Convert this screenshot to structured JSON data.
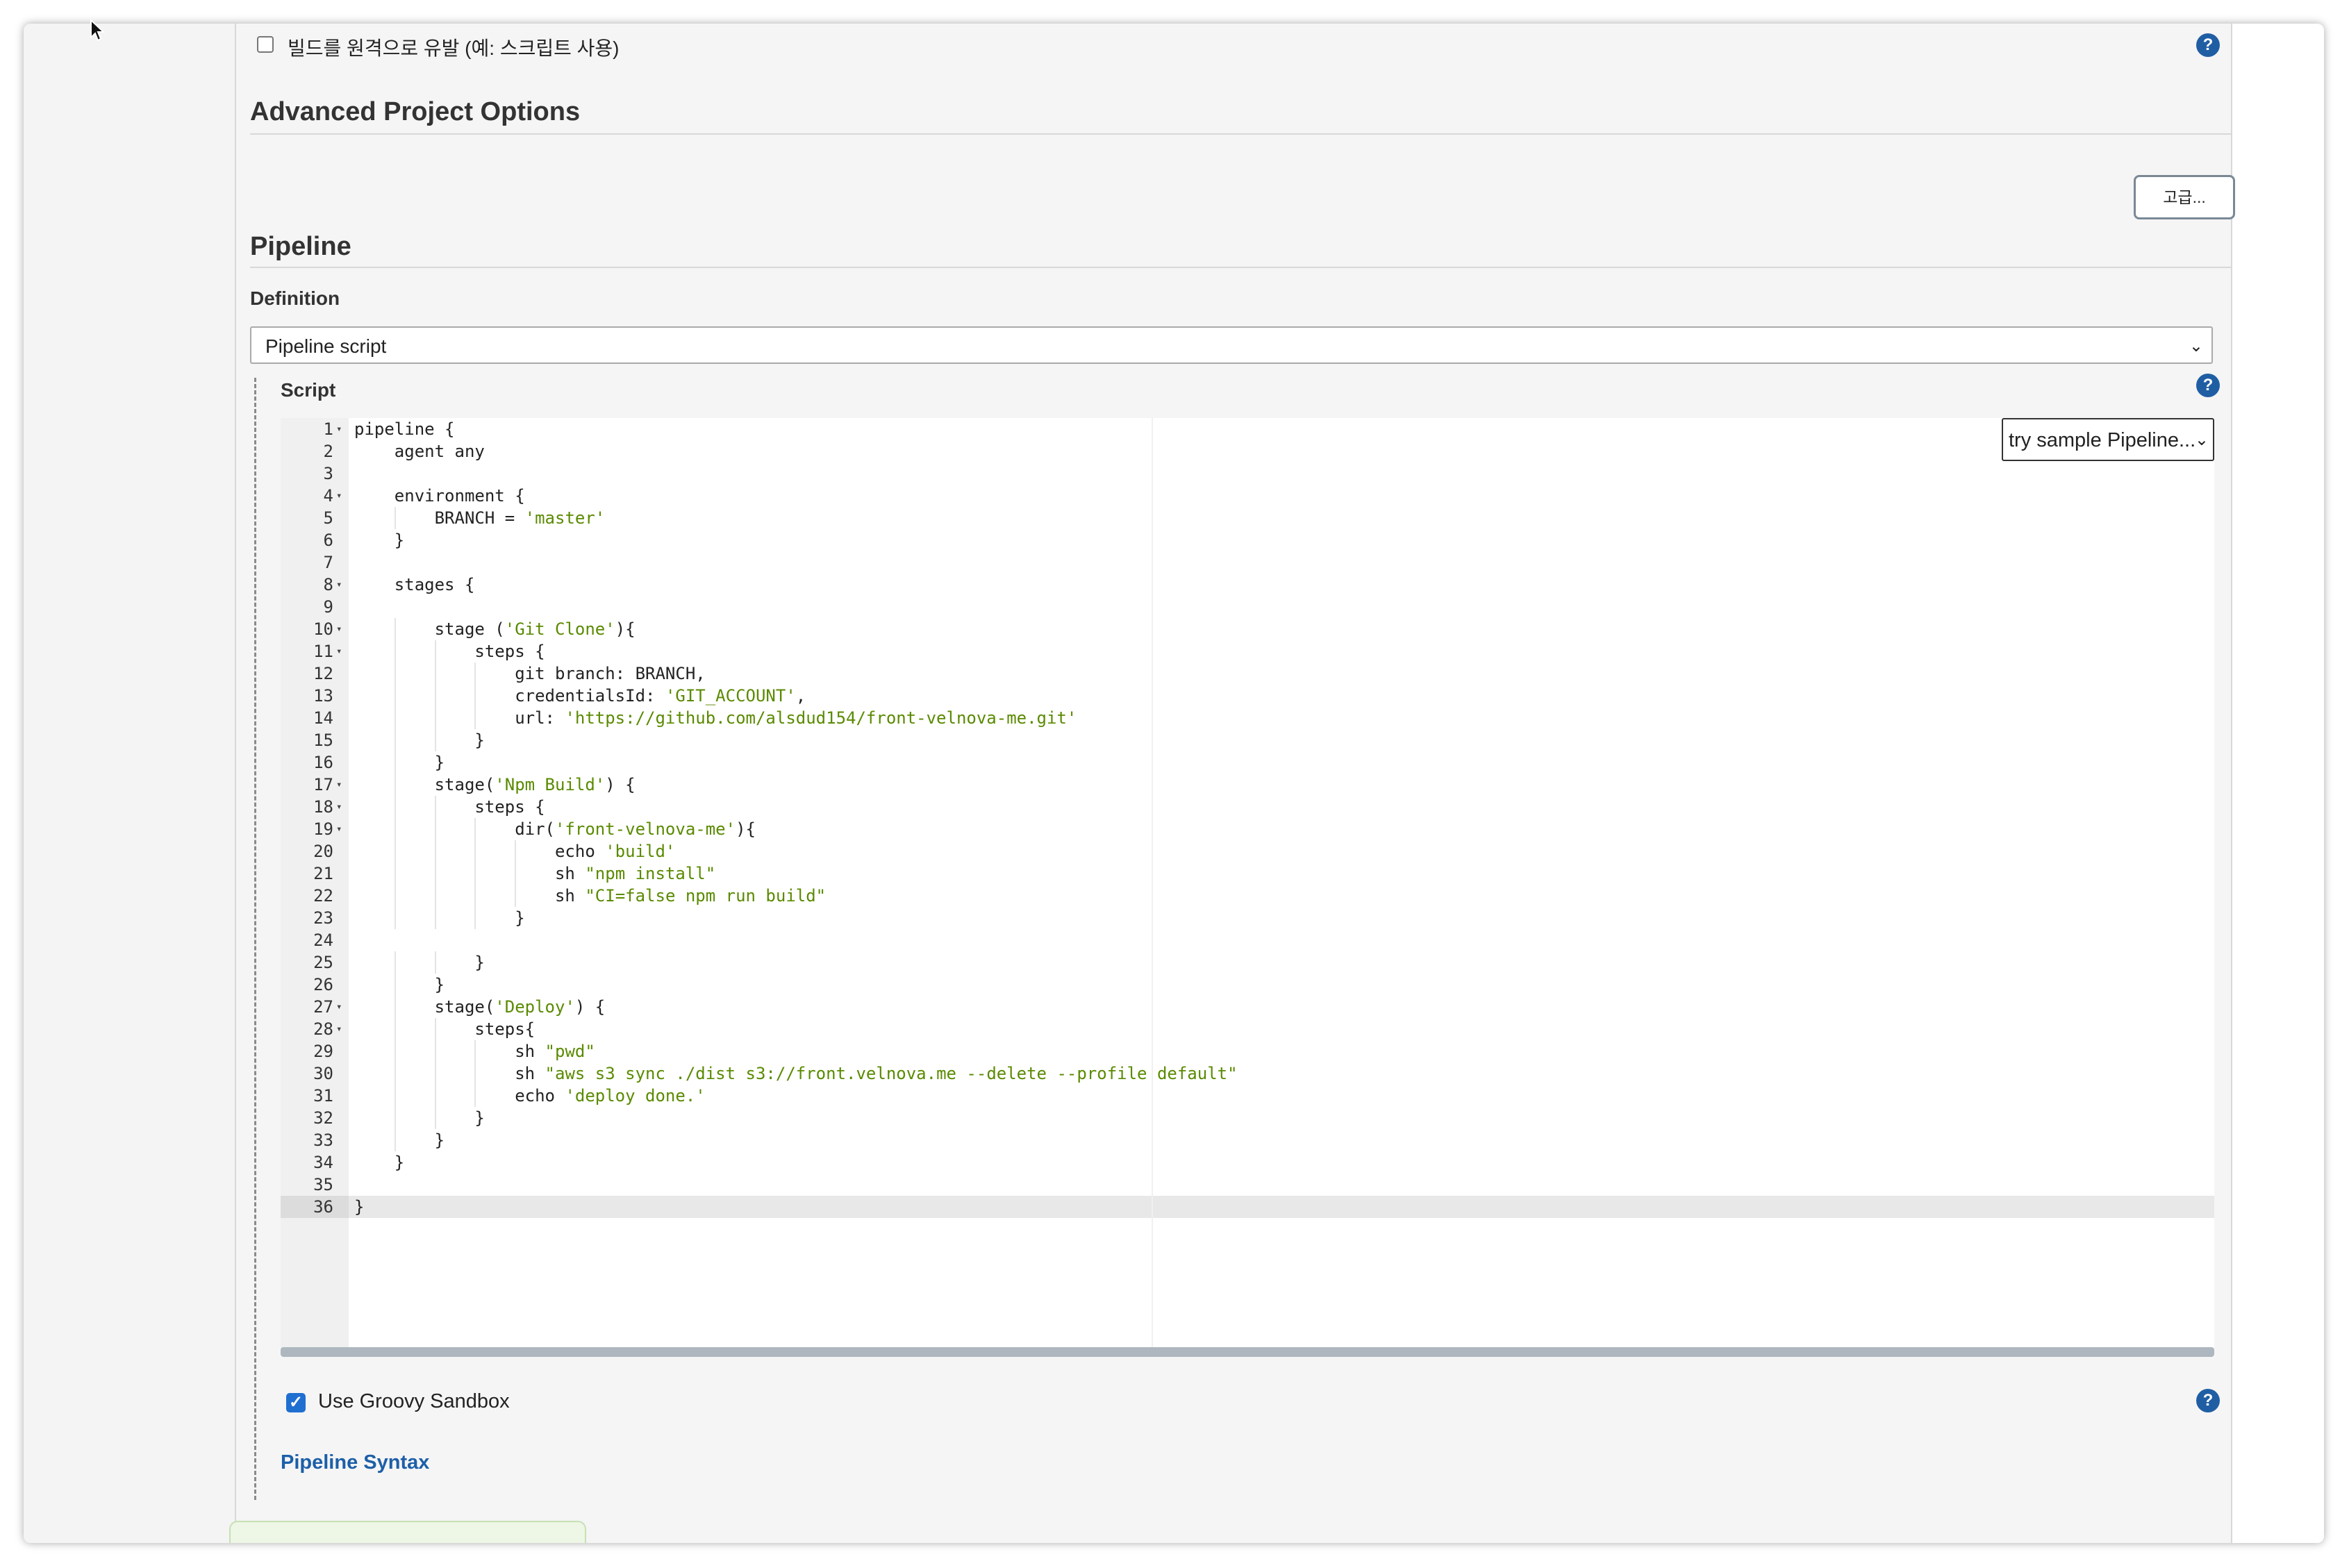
{
  "remote_trigger": {
    "label": "빌드를 원격으로 유발 (예: 스크립트 사용)",
    "checked": false
  },
  "advanced_options": {
    "title": "Advanced Project Options",
    "button_label": "고급..."
  },
  "pipeline": {
    "title": "Pipeline",
    "definition_label": "Definition",
    "definition_value": "Pipeline script",
    "script_label": "Script",
    "try_sample_label": "try sample Pipeline...",
    "active_line": 36,
    "code_lines": [
      [
        [
          "pipeline {",
          ""
        ]
      ],
      [
        [
          "    agent any",
          ""
        ]
      ],
      [
        [
          "",
          ""
        ]
      ],
      [
        [
          "    environment {",
          ""
        ]
      ],
      [
        [
          "        BRANCH = ",
          ""
        ],
        [
          "'master'",
          "s"
        ]
      ],
      [
        [
          "    }",
          ""
        ]
      ],
      [
        [
          "",
          ""
        ]
      ],
      [
        [
          "    stages {",
          ""
        ]
      ],
      [
        [
          "",
          ""
        ]
      ],
      [
        [
          "        stage (",
          ""
        ],
        [
          "'Git Clone'",
          "s"
        ],
        [
          "){",
          ""
        ]
      ],
      [
        [
          "            steps {",
          ""
        ]
      ],
      [
        [
          "                git branch: BRANCH,",
          ""
        ]
      ],
      [
        [
          "                credentialsId: ",
          ""
        ],
        [
          "'GIT_ACCOUNT'",
          "s"
        ],
        [
          ",",
          ""
        ]
      ],
      [
        [
          "                url: ",
          ""
        ],
        [
          "'https://github.com/alsdud154/front-velnova-me.git'",
          "s"
        ]
      ],
      [
        [
          "            }",
          ""
        ]
      ],
      [
        [
          "        }",
          ""
        ]
      ],
      [
        [
          "        stage(",
          ""
        ],
        [
          "'Npm Build'",
          "s"
        ],
        [
          ") {",
          ""
        ]
      ],
      [
        [
          "            steps {",
          ""
        ]
      ],
      [
        [
          "                dir(",
          ""
        ],
        [
          "'front-velnova-me'",
          "s"
        ],
        [
          "){",
          ""
        ]
      ],
      [
        [
          "                    echo ",
          ""
        ],
        [
          "'build'",
          "s"
        ]
      ],
      [
        [
          "                    sh ",
          ""
        ],
        [
          "\"npm install\"",
          "s"
        ]
      ],
      [
        [
          "                    sh ",
          ""
        ],
        [
          "\"CI=false npm run build\"",
          "s"
        ]
      ],
      [
        [
          "                }",
          ""
        ]
      ],
      [
        [
          "",
          ""
        ]
      ],
      [
        [
          "            }",
          ""
        ]
      ],
      [
        [
          "        }",
          ""
        ]
      ],
      [
        [
          "        stage(",
          ""
        ],
        [
          "'Deploy'",
          "s"
        ],
        [
          ") {",
          ""
        ]
      ],
      [
        [
          "            steps{",
          ""
        ]
      ],
      [
        [
          "                sh ",
          ""
        ],
        [
          "\"pwd\"",
          "s"
        ]
      ],
      [
        [
          "                sh ",
          ""
        ],
        [
          "\"aws s3 sync ./dist s3://front.velnova.me --delete --profile default\"",
          "s"
        ]
      ],
      [
        [
          "                echo ",
          ""
        ],
        [
          "'deploy done.'",
          "s"
        ]
      ],
      [
        [
          "            }",
          ""
        ]
      ],
      [
        [
          "        }",
          ""
        ]
      ],
      [
        [
          "    }",
          ""
        ]
      ],
      [
        [
          "",
          ""
        ]
      ],
      [
        [
          "}",
          ""
        ]
      ]
    ],
    "foldable_lines": [
      1,
      4,
      8,
      10,
      11,
      17,
      18,
      19,
      27,
      28
    ],
    "sandbox": {
      "label": "Use Groovy Sandbox",
      "checked": true
    },
    "syntax_link": "Pipeline Syntax"
  },
  "colors": {
    "accent": "#205ea4",
    "string": "#5a8a00",
    "link": "#1d5fa8"
  },
  "icons": [
    "cursor-arrow-icon",
    "help-icon",
    "chevron-down-icon",
    "fold-arrow-icon",
    "checkbox-icon"
  ]
}
